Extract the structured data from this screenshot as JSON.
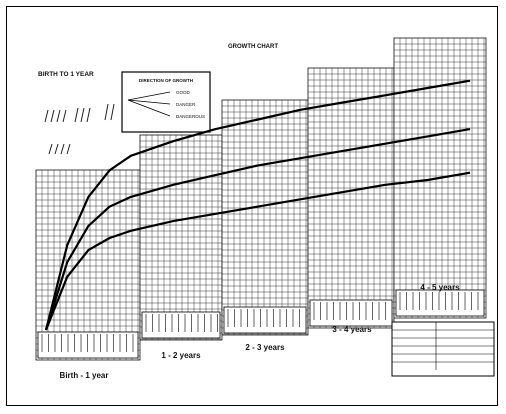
{
  "chart_data": {
    "type": "line",
    "title": "GROWTH CHART",
    "subtitle": "BIRTH TO 1 YEAR",
    "legend": {
      "title": "DIRECTION OF GROWTH",
      "entries": [
        "GOOD",
        "DANGER",
        "DANGEROUS"
      ]
    },
    "age_bands": [
      "Birth - 1 year",
      "1 - 2 years",
      "2 - 3 years",
      "3 - 4 years",
      "4 - 5 years"
    ],
    "x_range_months": [
      0,
      60
    ],
    "series": [
      {
        "name": "",
        "x": [
          0,
          3,
          6,
          9,
          12,
          18,
          24,
          30,
          36,
          42,
          48,
          54,
          60
        ],
        "values": [
          0.0,
          0.35,
          0.55,
          0.66,
          0.72,
          0.78,
          0.83,
          0.87,
          0.91,
          0.94,
          0.97,
          1.0,
          1.03
        ]
      },
      {
        "name": "",
        "x": [
          0,
          3,
          6,
          9,
          12,
          18,
          24,
          30,
          36,
          42,
          48,
          54,
          60
        ],
        "values": [
          0.0,
          0.28,
          0.43,
          0.51,
          0.55,
          0.6,
          0.64,
          0.68,
          0.71,
          0.74,
          0.77,
          0.8,
          0.83
        ]
      },
      {
        "name": "",
        "x": [
          0,
          3,
          6,
          9,
          12,
          18,
          24,
          30,
          36,
          42,
          48,
          54,
          60
        ],
        "values": [
          0.0,
          0.22,
          0.33,
          0.38,
          0.41,
          0.45,
          0.48,
          0.51,
          0.54,
          0.57,
          0.6,
          0.62,
          0.65
        ]
      }
    ],
    "grid": true
  }
}
